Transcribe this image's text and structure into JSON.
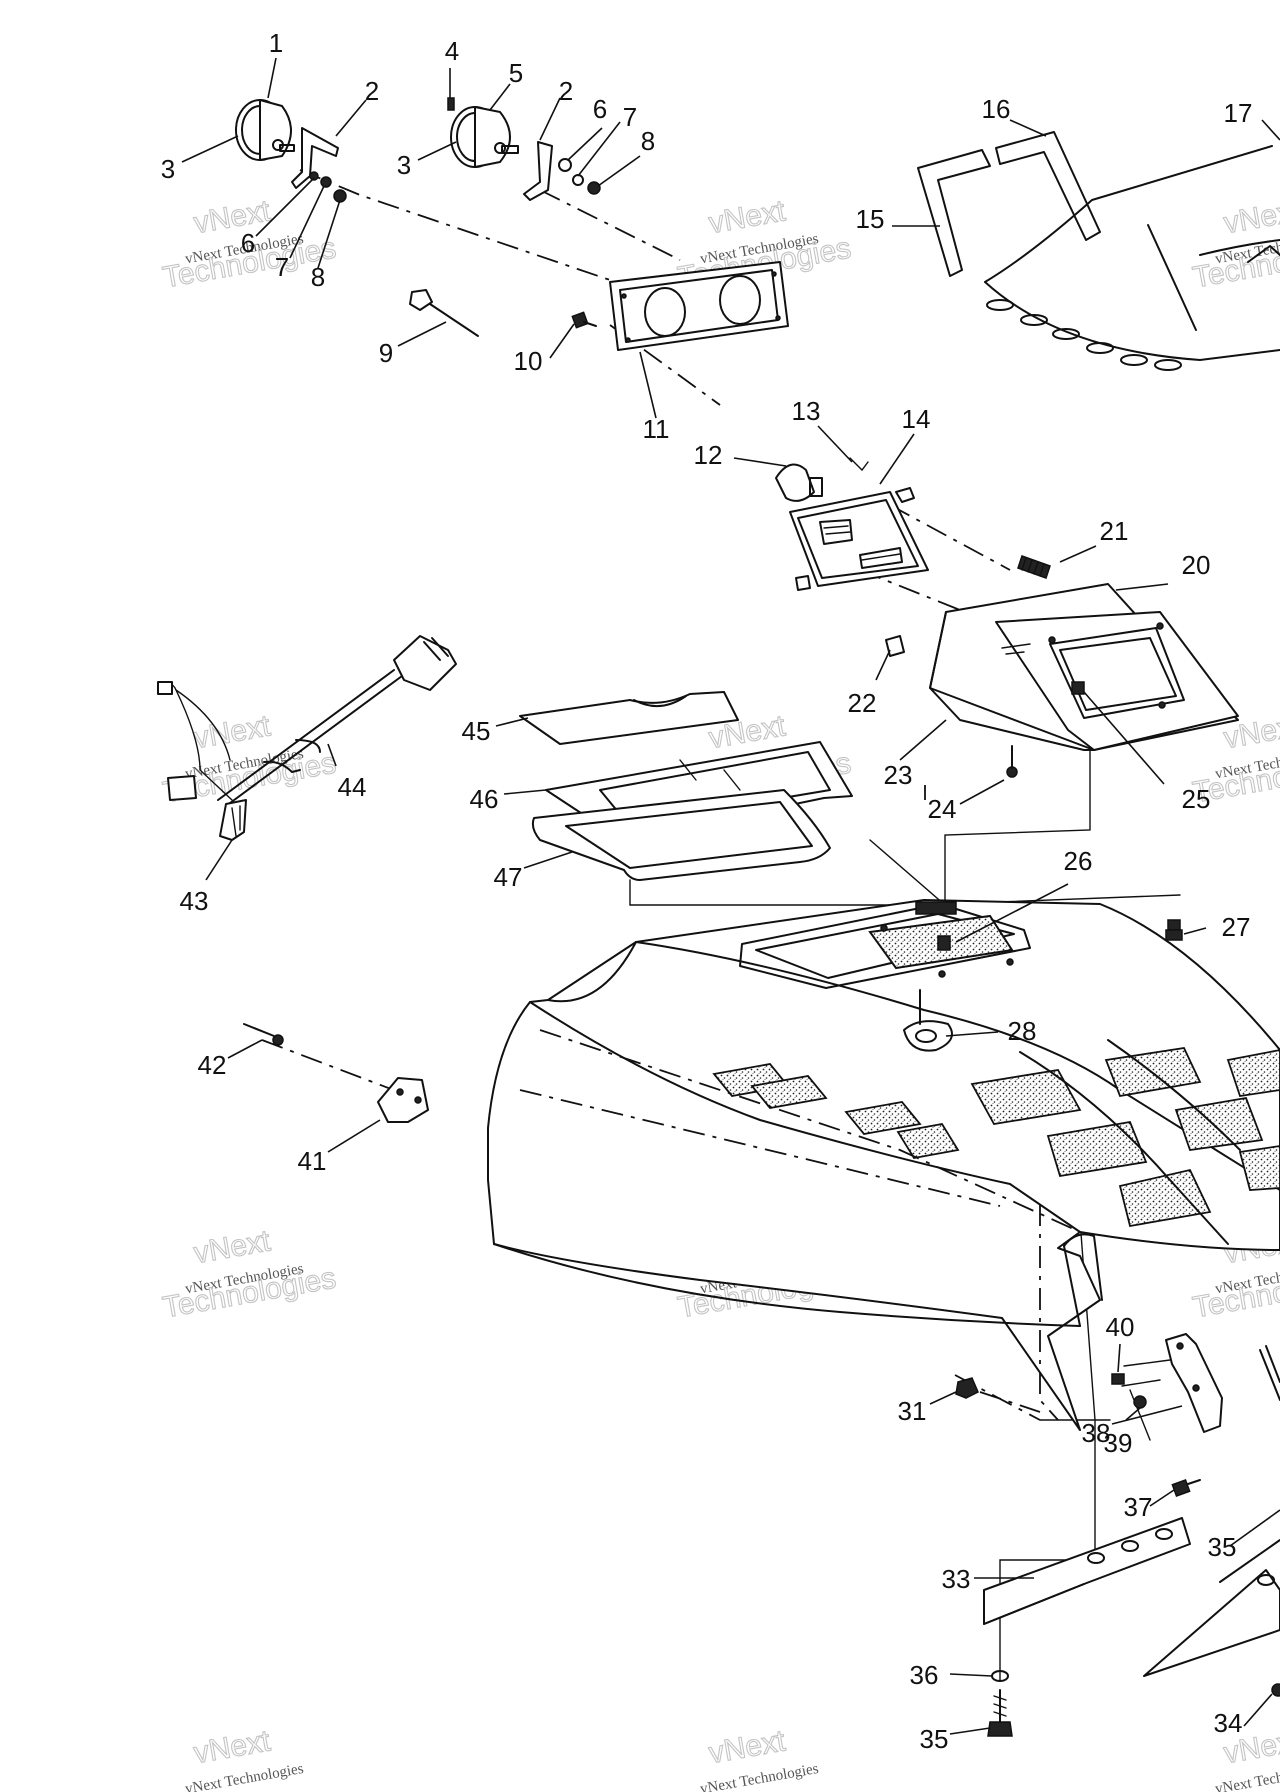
{
  "watermark": {
    "line1": "vNext",
    "line2": "vNext Technologies",
    "line3": "Technologies"
  },
  "callouts": [
    {
      "id": "c1",
      "label": "1"
    },
    {
      "id": "c2a",
      "label": "2"
    },
    {
      "id": "c2b",
      "label": "2"
    },
    {
      "id": "c3a",
      "label": "3"
    },
    {
      "id": "c3b",
      "label": "3"
    },
    {
      "id": "c4",
      "label": "4"
    },
    {
      "id": "c5",
      "label": "5"
    },
    {
      "id": "c6a",
      "label": "6"
    },
    {
      "id": "c6b",
      "label": "6"
    },
    {
      "id": "c7a",
      "label": "7"
    },
    {
      "id": "c7b",
      "label": "7"
    },
    {
      "id": "c8a",
      "label": "8"
    },
    {
      "id": "c8b",
      "label": "8"
    },
    {
      "id": "c9",
      "label": "9"
    },
    {
      "id": "c10",
      "label": "10"
    },
    {
      "id": "c11",
      "label": "11"
    },
    {
      "id": "c12",
      "label": "12"
    },
    {
      "id": "c13",
      "label": "13"
    },
    {
      "id": "c14",
      "label": "14"
    },
    {
      "id": "c15",
      "label": "15"
    },
    {
      "id": "c16",
      "label": "16"
    },
    {
      "id": "c17",
      "label": "17"
    },
    {
      "id": "c20",
      "label": "20"
    },
    {
      "id": "c21",
      "label": "21"
    },
    {
      "id": "c22",
      "label": "22"
    },
    {
      "id": "c23",
      "label": "23"
    },
    {
      "id": "c24",
      "label": "24"
    },
    {
      "id": "c25",
      "label": "25"
    },
    {
      "id": "c26",
      "label": "26"
    },
    {
      "id": "c27",
      "label": "27"
    },
    {
      "id": "c28",
      "label": "28"
    },
    {
      "id": "c31",
      "label": "31"
    },
    {
      "id": "c33",
      "label": "33"
    },
    {
      "id": "c34",
      "label": "34"
    },
    {
      "id": "c35a",
      "label": "35"
    },
    {
      "id": "c35b",
      "label": "35"
    },
    {
      "id": "c36",
      "label": "36"
    },
    {
      "id": "c37",
      "label": "37"
    },
    {
      "id": "c38",
      "label": "38"
    },
    {
      "id": "c39",
      "label": "39"
    },
    {
      "id": "c40",
      "label": "40"
    },
    {
      "id": "c41",
      "label": "41"
    },
    {
      "id": "c42",
      "label": "42"
    },
    {
      "id": "c43",
      "label": "43"
    },
    {
      "id": "c44",
      "label": "44"
    },
    {
      "id": "c45",
      "label": "45"
    },
    {
      "id": "c46",
      "label": "46"
    },
    {
      "id": "c47",
      "label": "47"
    }
  ]
}
